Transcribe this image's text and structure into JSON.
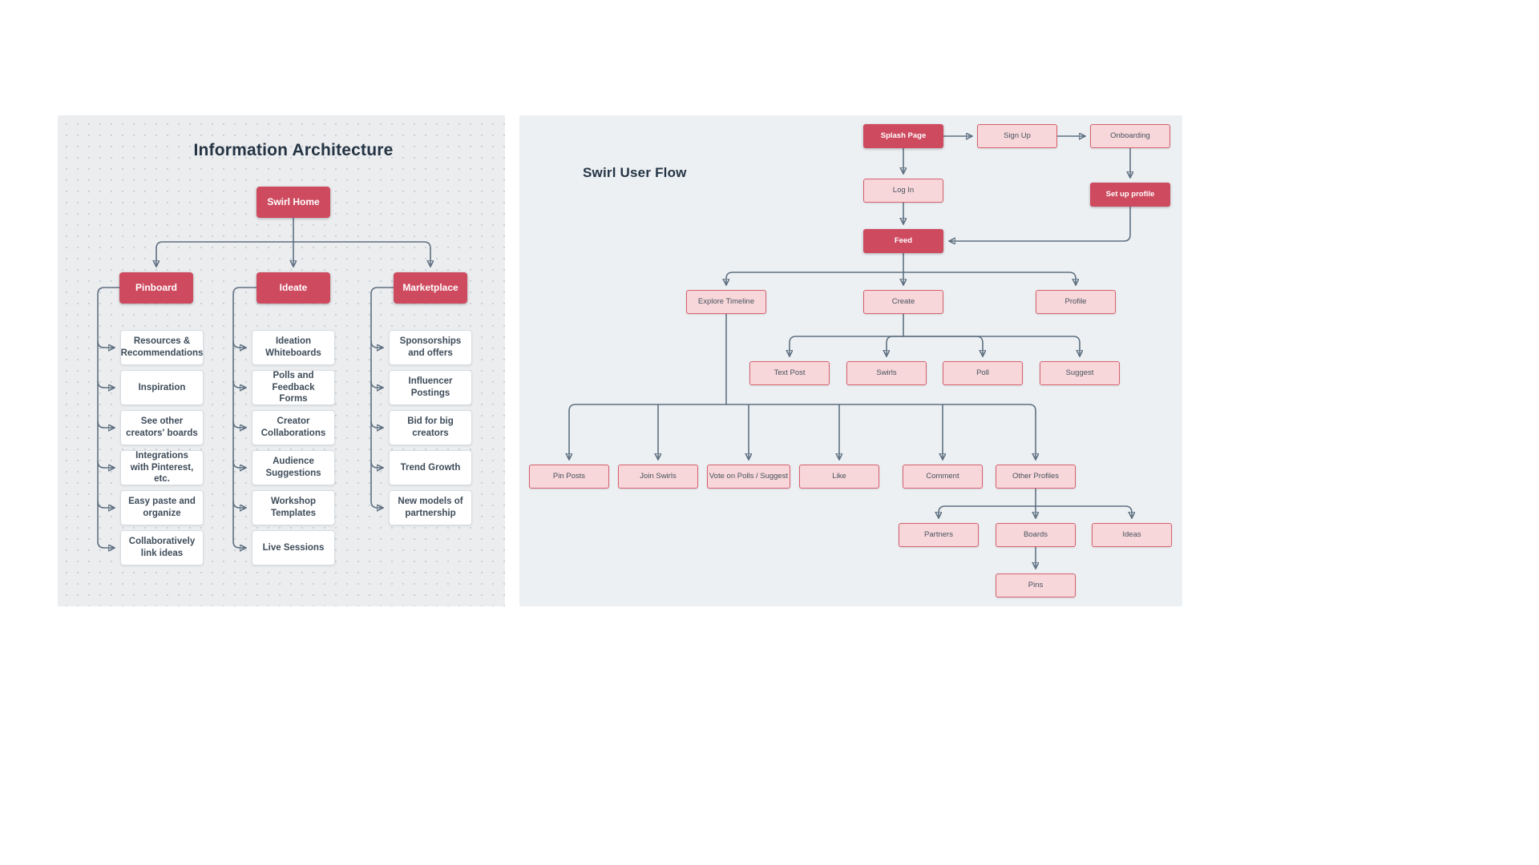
{
  "colors": {
    "accent_red": "#ce4a5f",
    "pink_fill": "#f8d7da",
    "pink_border": "#d6606e",
    "connector_gray": "#5e7081",
    "title_text": "#243444",
    "ia_panel_bg": "#ecedef",
    "flow_panel_bg": "#edf0f3",
    "node_text": "#3e4c59"
  },
  "ia": {
    "title": "Information Architecture",
    "root": {
      "label": "Swirl Home"
    },
    "branches": [
      {
        "label": "Pinboard",
        "children": [
          "Resources & Recommendations",
          "Inspiration",
          "See other creators' boards",
          "Integrations with Pinterest, etc.",
          "Easy paste and organize",
          "Collaboratively link ideas"
        ]
      },
      {
        "label": "Ideate",
        "children": [
          "Ideation Whiteboards",
          "Polls and Feedback Forms",
          "Creator Collaborations",
          "Audience Suggestions",
          "Workshop Templates",
          "Live Sessions"
        ]
      },
      {
        "label": "Marketplace",
        "children": [
          "Sponsorships and offers",
          "Influencer Postings",
          "Bid for big creators",
          "Trend Growth",
          "New models of partnership"
        ]
      }
    ]
  },
  "user_flow": {
    "title": "Swirl User Flow",
    "nodes": {
      "splash_page": {
        "label": "Splash Page"
      },
      "sign_up": {
        "label": "Sign Up"
      },
      "onboarding": {
        "label": "Onboarding"
      },
      "log_in": {
        "label": "Log In"
      },
      "set_up_profile": {
        "label": "Set up profile"
      },
      "feed": {
        "label": "Feed"
      },
      "explore_timeline": {
        "label": "Explore Timeline"
      },
      "create": {
        "label": "Create"
      },
      "profile": {
        "label": "Profile"
      },
      "text_post": {
        "label": "Text Post"
      },
      "swirls": {
        "label": "Swirls"
      },
      "poll": {
        "label": "Poll"
      },
      "suggest": {
        "label": "Suggest"
      },
      "pin_posts": {
        "label": "Pin Posts"
      },
      "join_swirls": {
        "label": "Join Swirls"
      },
      "vote_on_polls": {
        "label": "Vote on Polls / Suggest"
      },
      "like": {
        "label": "Like"
      },
      "comment": {
        "label": "Comment"
      },
      "other_profiles": {
        "label": "Other Profiles"
      },
      "partners": {
        "label": "Partners"
      },
      "boards": {
        "label": "Boards"
      },
      "ideas": {
        "label": "Ideas"
      },
      "pins": {
        "label": "Pins"
      }
    }
  }
}
